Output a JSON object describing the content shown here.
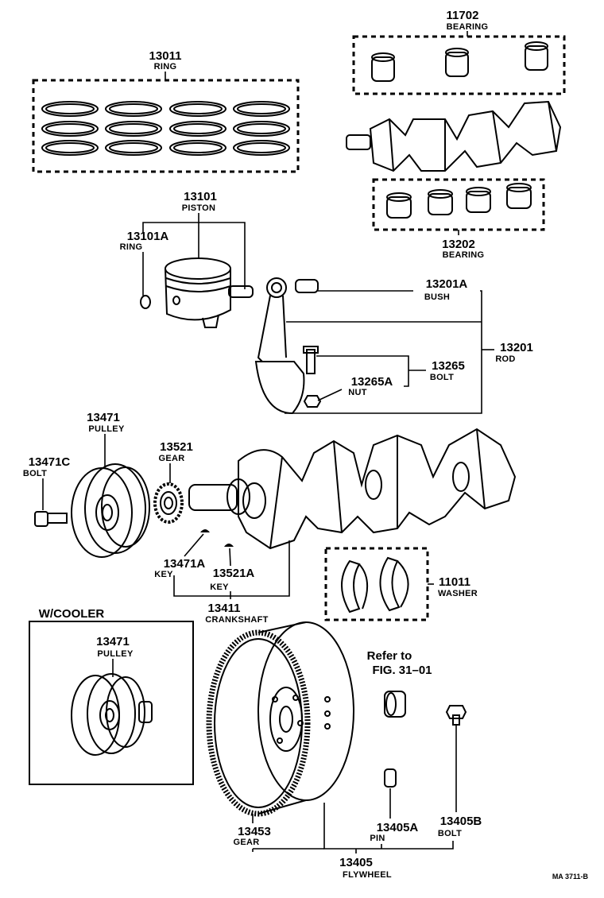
{
  "parts": {
    "ring_set": {
      "number": "13011",
      "name": "RING"
    },
    "main_bearing": {
      "number": "11702",
      "name": "BEARING"
    },
    "rod_bearing": {
      "number": "13202",
      "name": "BEARING"
    },
    "piston": {
      "number": "13101",
      "name": "PISTON"
    },
    "piston_ring": {
      "number": "13101A",
      "name": "RING"
    },
    "bush": {
      "number": "13201A",
      "name": "BUSH"
    },
    "rod": {
      "number": "13201",
      "name": "ROD"
    },
    "rod_bolt": {
      "number": "13265",
      "name": "BOLT"
    },
    "rod_nut": {
      "number": "13265A",
      "name": "NUT"
    },
    "pulley": {
      "number": "13471",
      "name": "PULLEY"
    },
    "pulley_bolt": {
      "number": "13471C",
      "name": "BOLT"
    },
    "crank_gear": {
      "number": "13521",
      "name": "GEAR"
    },
    "pulley_key": {
      "number": "13471A",
      "name": "KEY"
    },
    "gear_key": {
      "number": "13521A",
      "name": "KEY"
    },
    "crankshaft": {
      "number": "13411",
      "name": "CRANKSHAFT"
    },
    "washer": {
      "number": "11011",
      "name": "WASHER"
    },
    "cooler_pulley": {
      "number": "13471",
      "name": "PULLEY"
    },
    "ring_gear": {
      "number": "13453",
      "name": "GEAR"
    },
    "flywheel_pin": {
      "number": "13405A",
      "name": "PIN"
    },
    "flywheel_bolt": {
      "number": "13405B",
      "name": "BOLT"
    },
    "flywheel": {
      "number": "13405",
      "name": "FLYWHEEL"
    }
  },
  "cooler_box": {
    "label": "W/COOLER"
  },
  "refer_note": {
    "line1": "Refer to",
    "line2": "FIG. 31–01"
  },
  "figure_code": "MA 3711-B"
}
